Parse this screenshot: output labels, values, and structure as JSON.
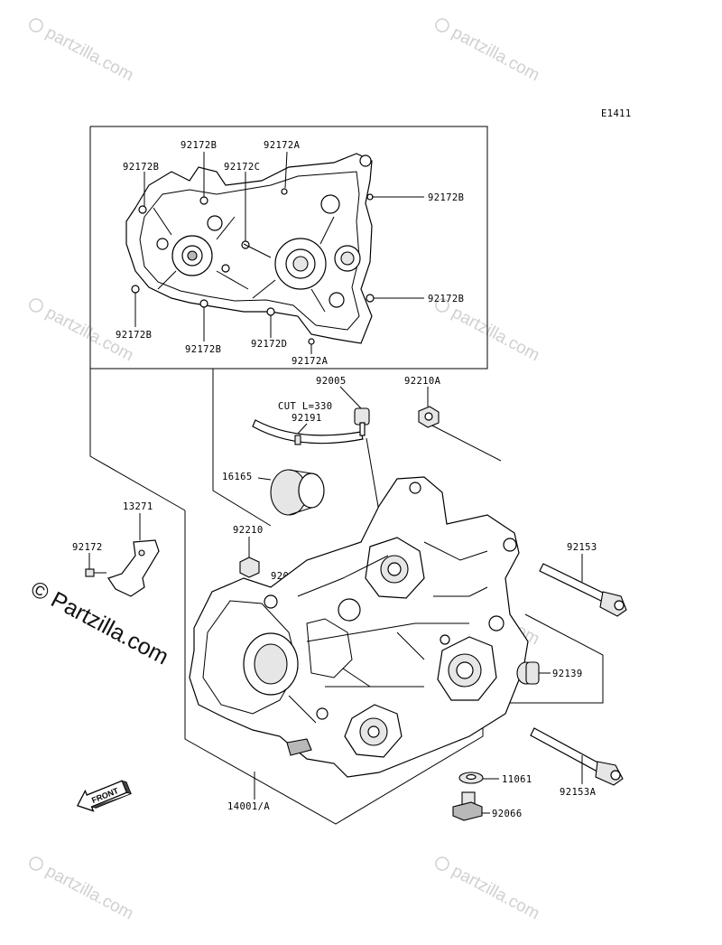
{
  "diagram_code": "E1411",
  "watermark_small": "partzilla.com",
  "watermark_big": "© Partzilla.com",
  "front_label": "FRONT",
  "parts": {
    "p92172B_1": "92172B",
    "p92172A_top": "92172A",
    "p92172B_2": "92172B",
    "p92172C": "92172C",
    "p92172B_right": "92172B",
    "p92172B_right2": "92172B",
    "p92172B_left_bottom": "92172B",
    "p92172B_bottom": "92172B",
    "p92172D_bottom": "92172D",
    "p92172A_bottom": "92172A",
    "p92005": "92005",
    "p92210A": "92210A",
    "cut": "CUT L=330",
    "p92191": "92191",
    "p16165": "16165",
    "p13271": "13271",
    "p92172": "92172",
    "p92210": "92210",
    "p92043": "92043",
    "p92153": "92153",
    "p92139": "92139",
    "p11061": "11061",
    "p92153A": "92153A",
    "p14001A": "14001/A",
    "p92066": "92066"
  }
}
